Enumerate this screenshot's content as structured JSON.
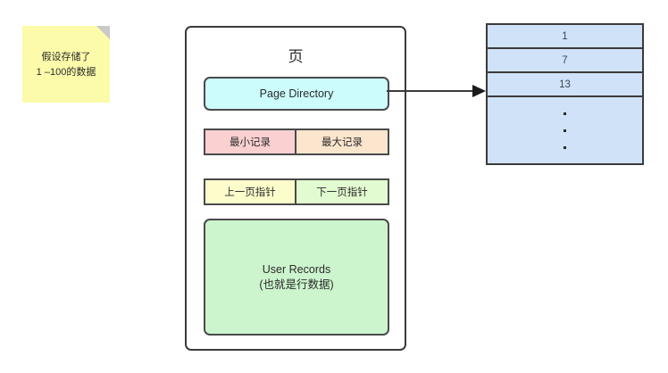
{
  "note": {
    "text": "假设存储了\n1 –100的数据",
    "bg_color": "#fbfbaa",
    "fold_color": "#c9c9c9"
  },
  "page": {
    "title": "页",
    "page_directory": {
      "label": "Page Directory",
      "color": "#ccfcfc"
    },
    "record_row": {
      "min_label": "最小记录",
      "min_color": "#fbd0d1",
      "max_label": "最大记录",
      "max_color": "#fce5cd"
    },
    "pointer_row": {
      "prev_label": "上一页指针",
      "prev_color": "#fdfdcc",
      "next_label": "下一页指针",
      "next_color": "#e3fbd0"
    },
    "user_records": {
      "title": "User Records",
      "subtitle": "(也就是行数据)",
      "color": "#ccf5cd"
    }
  },
  "directory_table": {
    "cell_color": "#cfe2f7",
    "rows": [
      "1",
      "7",
      "13"
    ],
    "ellipsis_dots": 3
  }
}
